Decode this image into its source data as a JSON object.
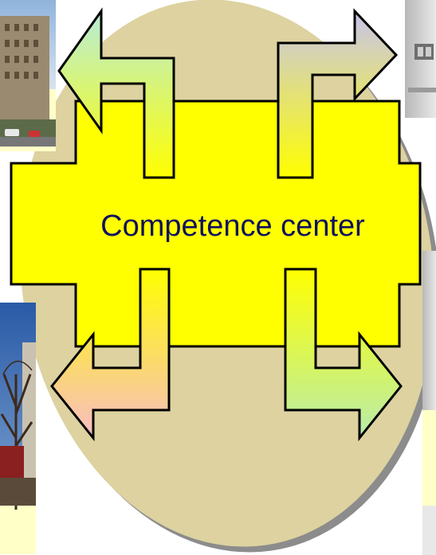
{
  "center": {
    "label": "Competence center",
    "fill_color": "#ffff00",
    "text_color": "#101060"
  },
  "backdrop": {
    "ellipse_color": "#ddd2a0",
    "shadow_color": "#8c8c8c"
  },
  "arrows": [
    {
      "direction": "up-left",
      "gradient_top": "#b8ecd8",
      "gradient_bottom": "#ffff00"
    },
    {
      "direction": "up-right",
      "gradient_top": "#c8c4ec",
      "gradient_bottom": "#ffff00"
    },
    {
      "direction": "down-left",
      "gradient_top": "#ffff00",
      "gradient_bottom": "#f8bcc4"
    },
    {
      "direction": "down-right",
      "gradient_top": "#ffff00",
      "gradient_bottom": "#b8ecac"
    }
  ],
  "photos": [
    {
      "name": "building-photo-top-left"
    },
    {
      "name": "building-photo-top-right"
    },
    {
      "name": "building-photo-bottom-left"
    },
    {
      "name": "building-photo-right"
    }
  ]
}
